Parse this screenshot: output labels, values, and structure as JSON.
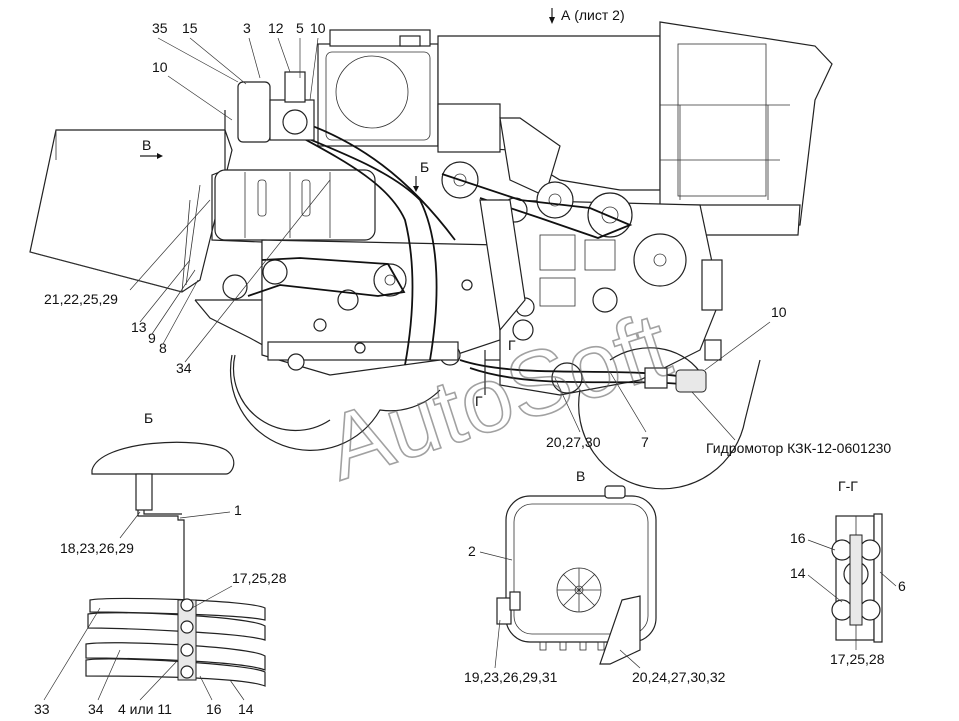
{
  "view_refs": {
    "top_arrow": "А (лист 2)",
    "arrow_v": "В",
    "arrow_b": "Б",
    "arrow_g": "Г"
  },
  "section_titles": {
    "b": "Б",
    "v": "В",
    "gg": "Г-Г"
  },
  "main_labels": {
    "l35": "35",
    "l15": "15",
    "l3": "3",
    "l12": "12",
    "l5": "5",
    "l10_top": "10",
    "l10_left": "10",
    "l21": "21,22,25,29",
    "l13": "13",
    "l9": "9",
    "l8": "8",
    "l34": "34",
    "l10_right": "10",
    "l20": "20,27,30",
    "l7": "7",
    "motor": "Гидромотор КЗК-12-0601230"
  },
  "detail_b_labels": {
    "l1": "1",
    "l18": "18,23,26,29",
    "l17": "17,25,28",
    "l33": "33",
    "l34": "34",
    "l4": "4 или 11",
    "l16": "16",
    "l14": "14"
  },
  "detail_v_labels": {
    "l2": "2",
    "l19": "19,23,26,29,31",
    "l20": "20,24,27,30,32"
  },
  "detail_gg_labels": {
    "l16": "16",
    "l14": "14",
    "l6": "6",
    "l17": "17,25,28"
  },
  "watermark": "AutoSoft"
}
